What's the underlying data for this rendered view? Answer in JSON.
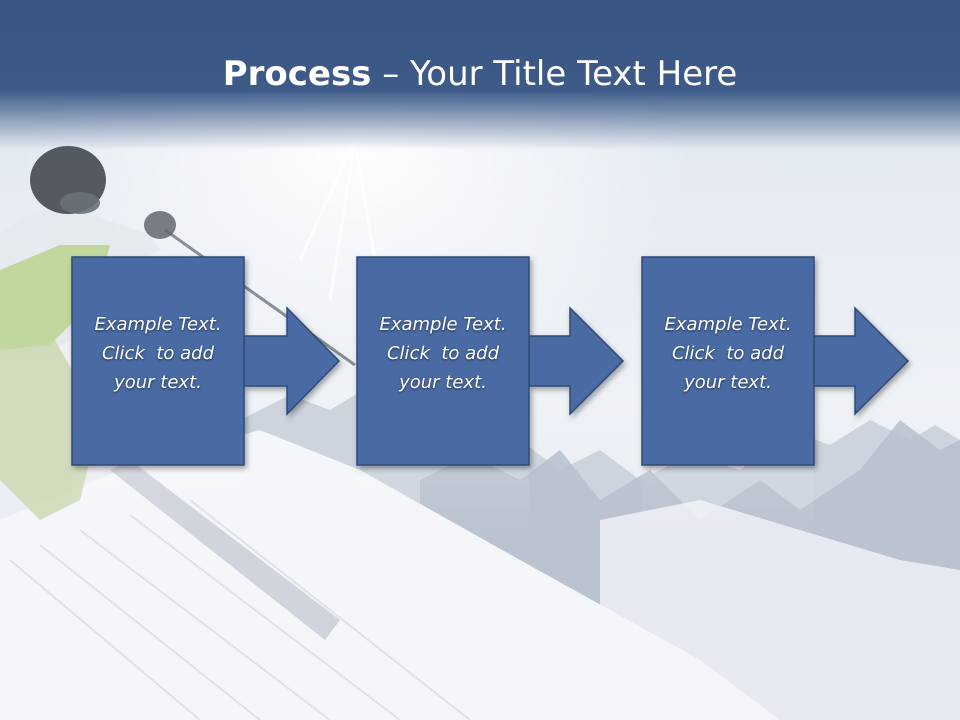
{
  "slide": {
    "title_bold": "Process",
    "title_rest": " – Your Title Text Here"
  },
  "steps": [
    {
      "line1": "Example Text.",
      "line2": "Click  to add",
      "line3": "your text."
    },
    {
      "line1": "Example Text.",
      "line2": "Click  to add",
      "line3": "your text."
    },
    {
      "line1": "Example Text.",
      "line2": "Click  to add",
      "line3": "your text."
    }
  ],
  "colors": {
    "box_fill": "#4a6aa3",
    "box_stroke": "#2e4a78",
    "title_bar": "#3d5a88",
    "title_text": "#ffffff"
  }
}
